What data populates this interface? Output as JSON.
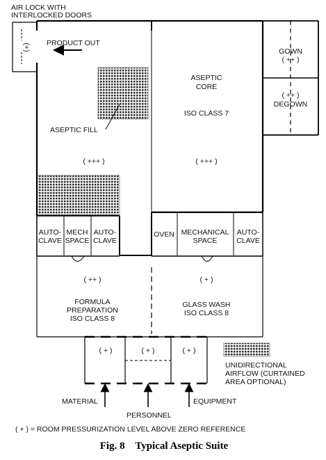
{
  "labels": {
    "airlock_line1": "AIR LOCK WITH",
    "airlock_line2": "INTERLOCKED DOORS",
    "airlock_pressure": "(+)",
    "product_out": "PRODUCT OUT",
    "aseptic_core_line1": "ASEPTIC",
    "aseptic_core_line2": "CORE",
    "aseptic_core_class": "ISO CLASS 7",
    "aseptic_fill": "ASEPTIC FILL",
    "gown": "GOWN",
    "gown_pressure": "( ++ )",
    "degown_pressure": "( ++ )",
    "degown": "DEGOWN",
    "left_core_pressure": "( +++ )",
    "right_core_pressure": "( +++ )",
    "autoclave_left_1": "AUTO-",
    "autoclave_left_2": "CLAVE",
    "mech_space_left_1": "MECH",
    "mech_space_left_2": "SPACE",
    "autoclave_mid_1": "AUTO-",
    "autoclave_mid_2": "CLAVE",
    "oven": "OVEN",
    "mechanical_space_1": "MECHANICAL",
    "mechanical_space_2": "SPACE",
    "autoclave_right_1": "AUTO-",
    "autoclave_right_2": "CLAVE",
    "formula_pressure": "( ++ )",
    "formula_line1": "FORMULA",
    "formula_line2": "PREPARATION",
    "formula_class": "ISO CLASS 8",
    "glasswash_pressure": "( + )",
    "glasswash_line1": "GLASS WASH",
    "glasswash_class": "ISO CLASS 8",
    "material_pressure": "( + )",
    "personnel_pressure": "( + )",
    "equipment_pressure": "( + )",
    "legend_line1": "UNIDIRECTIONAL",
    "legend_line2": "AIRFLOW (CURTAINED",
    "legend_line3": "AREA OPTIONAL)",
    "material": "MATERIAL",
    "personnel": "PERSONNEL",
    "equipment": "EQUIPMENT",
    "footnote": "( + ) = ROOM PRESSURIZATION LEVEL ABOVE ZERO REFERENCE",
    "caption": "Fig. 8    Typical Aseptic Suite"
  }
}
